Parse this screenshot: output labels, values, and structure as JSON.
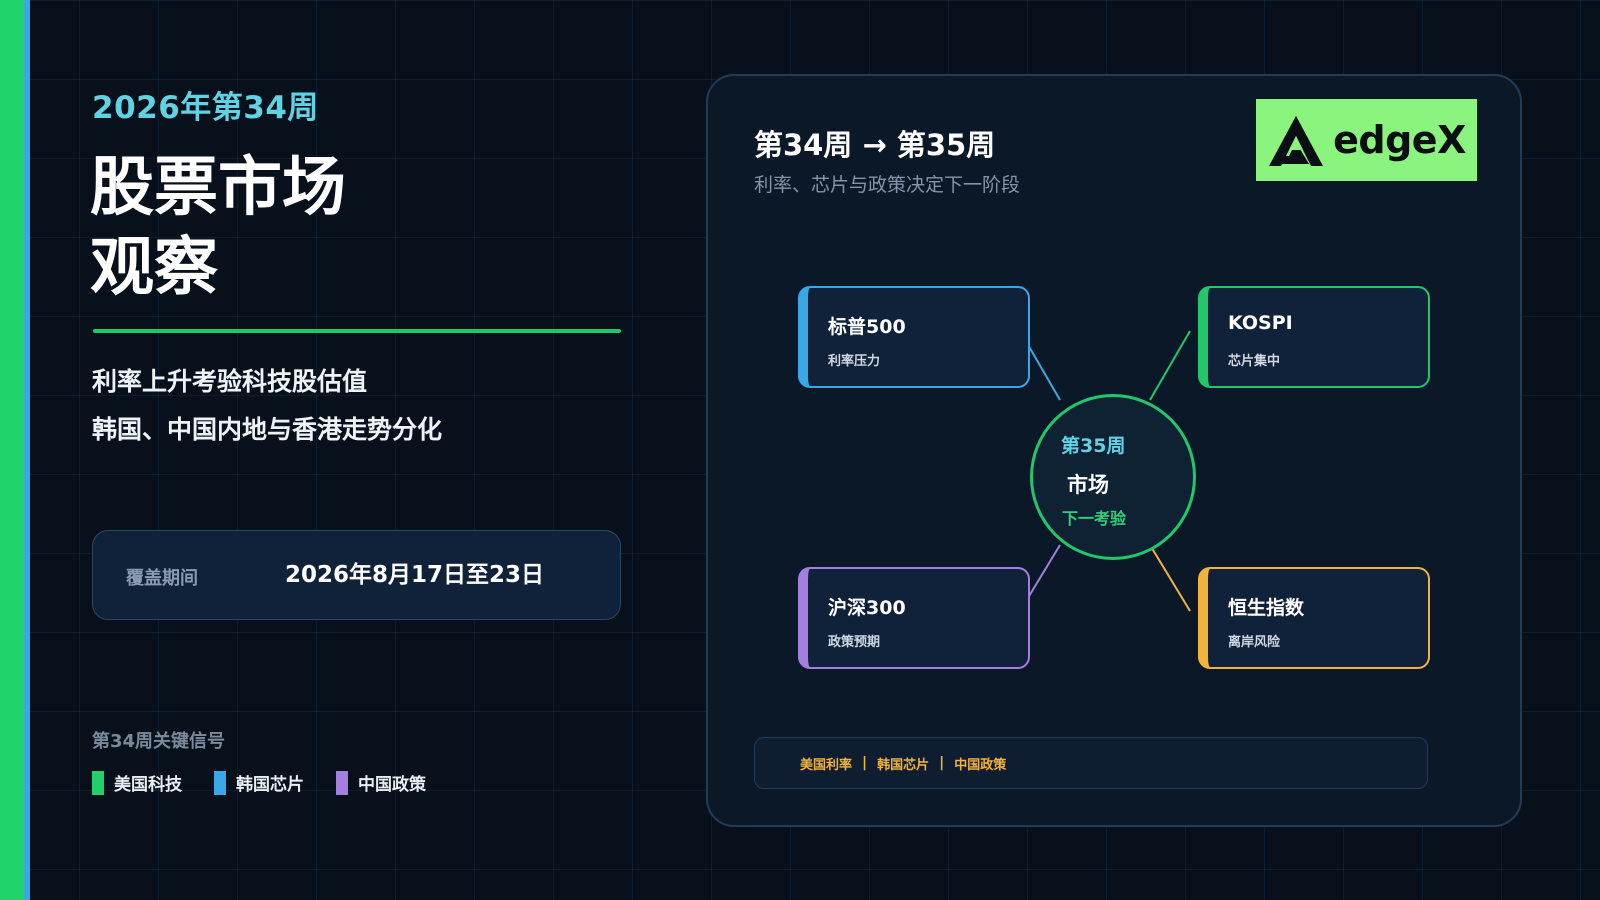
{
  "header": {
    "week_label": "2026年第34周",
    "title_line1": "股票市场",
    "title_line2": "观察"
  },
  "summary": {
    "line1": "利率上升考验科技股估值",
    "line2": "韩国、中国内地与香港走势分化"
  },
  "coverage": {
    "label": "覆盖期间",
    "value": "2026年8月17日至23日"
  },
  "signals": {
    "title": "第34周关键信号",
    "items": [
      {
        "label": "美国科技",
        "color": "#22cf6b"
      },
      {
        "label": "韩国芯片",
        "color": "#3aa8e6"
      },
      {
        "label": "中国政策",
        "color": "#a47fe0"
      }
    ]
  },
  "panel": {
    "title": "第34周 → 第35周",
    "subtitle": "利率、芯片与政策决定下一阶段",
    "logo_text": "edgeX",
    "logo_icon": "edgex-triangle-icon",
    "hub": {
      "week": "第35周",
      "main": "市场",
      "test": "下一考验"
    },
    "nodes": [
      {
        "title": "标普500",
        "subtitle": "利率压力",
        "color": "#3aa8e6"
      },
      {
        "title": "KOSPI",
        "subtitle": "芯片集中",
        "color": "#22c76a"
      },
      {
        "title": "沪深300",
        "subtitle": "政策预期",
        "color": "#a47fe0"
      },
      {
        "title": "恒生指数",
        "subtitle": "离岸风险",
        "color": "#f2b33d"
      }
    ],
    "footer": [
      "美国利率",
      "韩国芯片",
      "中国政策"
    ],
    "footer_separator": "|"
  }
}
